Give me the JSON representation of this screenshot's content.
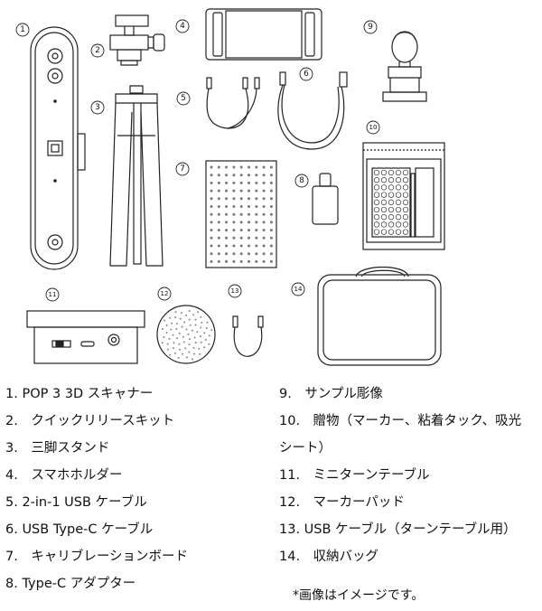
{
  "numbers": [
    "1",
    "2",
    "3",
    "4",
    "5",
    "6",
    "7",
    "8",
    "9",
    "10",
    "11",
    "12",
    "13",
    "14"
  ],
  "items_left": [
    "1. POP 3 3D スキャナー",
    "2.　クイックリリースキット",
    "3.　三脚スタンド",
    "4.　スマホホルダー",
    "5. 2-in-1 USB ケーブル",
    "6. USB Type-C ケーブル",
    "7.　キャリブレーションボード",
    "8. Type-C アダプター"
  ],
  "items_right": [
    "9.　サンプル彫像",
    "10.　贈物（マーカー、粘着タック、吸光",
    "シート）",
    "11.　ミニターンテーブル",
    "12.　マーカーパッド",
    "13. USB ケーブル（ターンテーブル用）",
    "14.　収納バッグ"
  ],
  "note": "*画像はイメージです。"
}
